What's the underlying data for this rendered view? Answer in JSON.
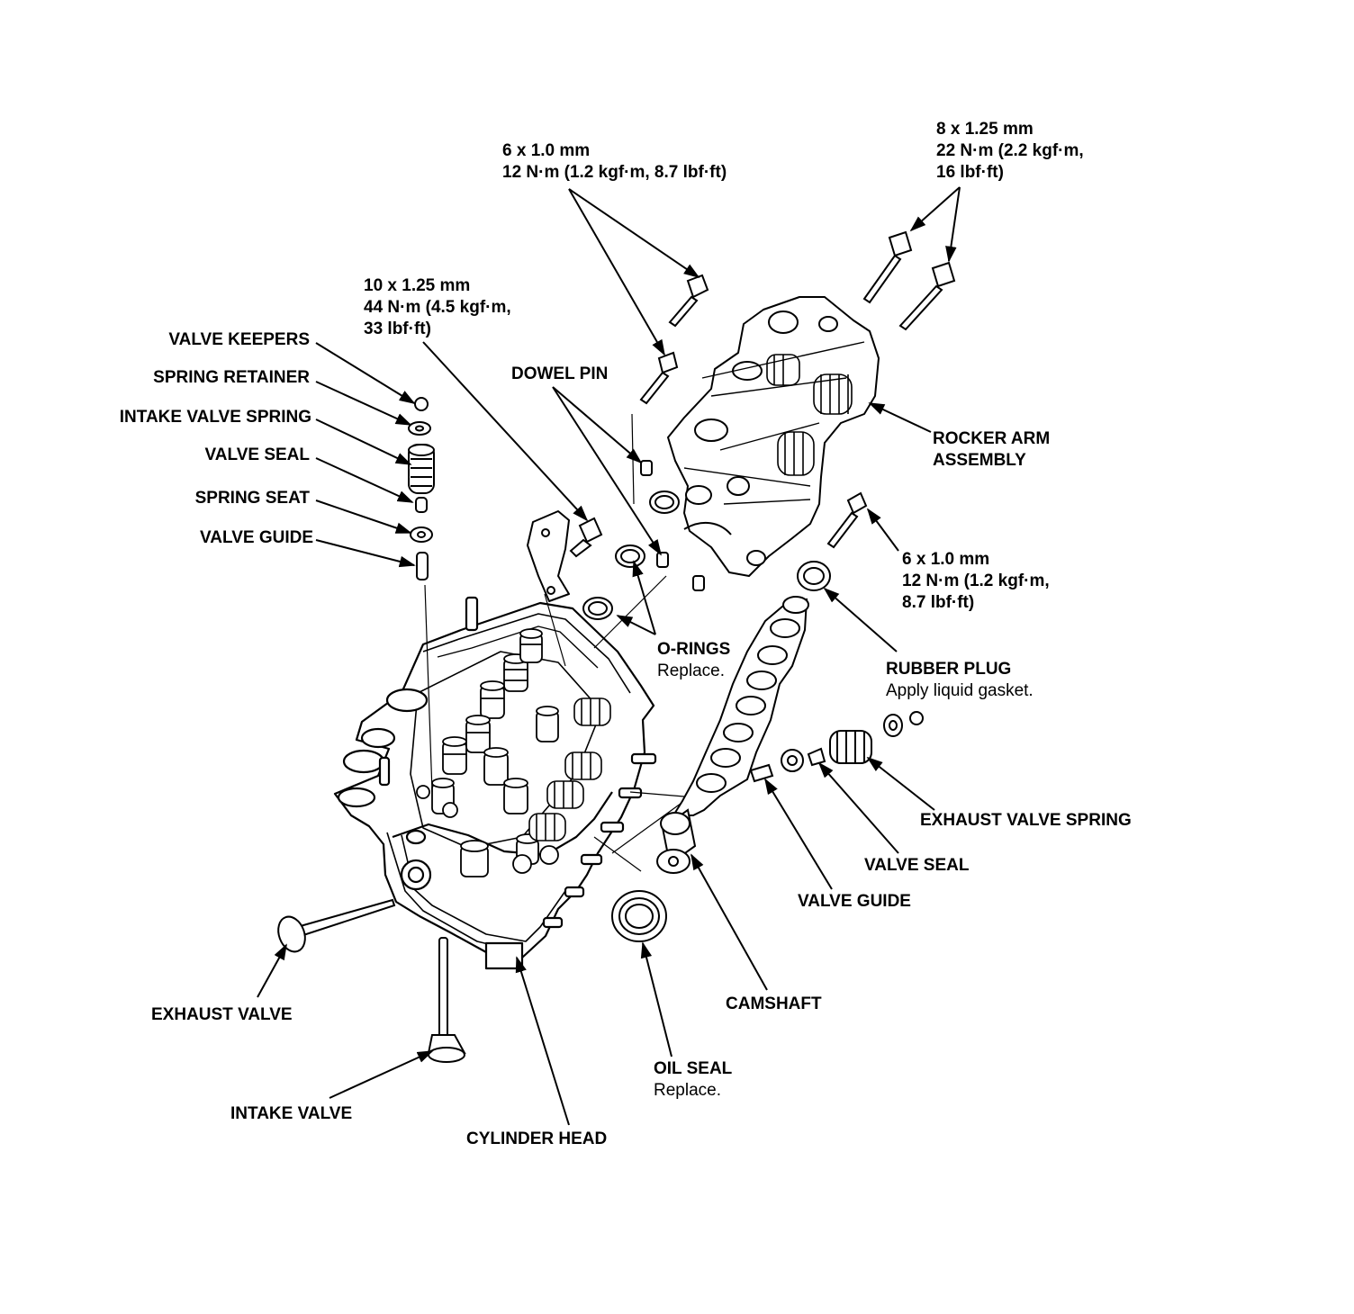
{
  "colors": {
    "ink": "#000000",
    "paper": "#ffffff"
  },
  "labels": {
    "valve_keepers": "VALVE KEEPERS",
    "spring_retainer": "SPRING RETAINER",
    "intake_valve_spring": "INTAKE VALVE SPRING",
    "valve_seal_left": "VALVE SEAL",
    "spring_seat": "SPRING SEAT",
    "valve_guide_left": "VALVE GUIDE",
    "dowel_pin": "DOWEL PIN",
    "o_rings": "O-RINGS",
    "o_rings_note": "Replace.",
    "rocker_arm_line1": "ROCKER ARM",
    "rocker_arm_line2": "ASSEMBLY",
    "rubber_plug": "RUBBER PLUG",
    "rubber_plug_note": "Apply liquid gasket.",
    "exhaust_valve_spring": "EXHAUST VALVE SPRING",
    "valve_seal_right": "VALVE SEAL",
    "valve_guide_right": "VALVE GUIDE",
    "camshaft": "CAMSHAFT",
    "oil_seal": "OIL SEAL",
    "oil_seal_note": "Replace.",
    "exhaust_valve": "EXHAUST VALVE",
    "intake_valve": "INTAKE VALVE",
    "cylinder_head": "CYLINDER HEAD"
  },
  "specs": {
    "bolt_6mm_top": {
      "size": "6 x 1.0 mm",
      "torque": "12 N·m (1.2 kgf·m, 8.7 lbf·ft)"
    },
    "bolt_8mm": {
      "size": "8 x 1.25 mm",
      "torque_line1": "22 N·m (2.2 kgf·m,",
      "torque_line2": "16 lbf·ft)"
    },
    "bolt_10mm": {
      "size": "10 x 1.25 mm",
      "torque_line1": "44 N·m (4.5 kgf·m,",
      "torque_line2": "33 lbf·ft)"
    },
    "bolt_6mm_right": {
      "size": "6 x 1.0 mm",
      "torque_line1": "12 N·m (1.2 kgf·m,",
      "torque_line2": "8.7 lbf·ft)"
    }
  }
}
